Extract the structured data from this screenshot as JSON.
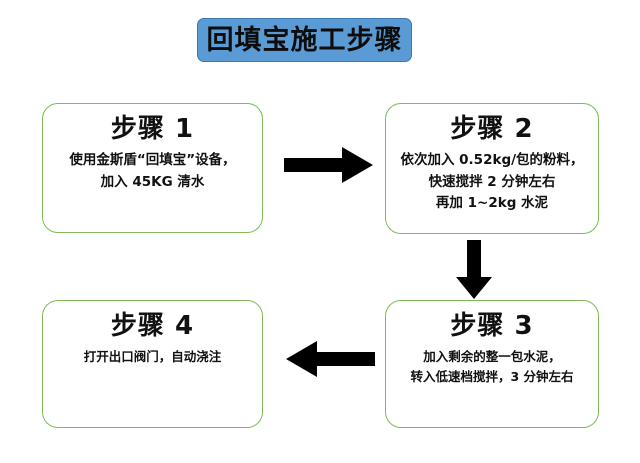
{
  "title": {
    "text": "回填宝施工步骤",
    "fill_color": "#5b9bd5",
    "border_color": "#3a78b5",
    "text_color": "#0d0d0d"
  },
  "theme": {
    "box_border_color": "#7fba56",
    "box_fill_color": "#ffffff",
    "arrow_color": "#000000",
    "text_color": "#111111",
    "background": "#ffffff"
  },
  "steps": [
    {
      "heading": "步骤 1",
      "lines": [
        "使用金斯盾“回填宝”设备，",
        "加入 45KG 清水"
      ]
    },
    {
      "heading": "步骤 2",
      "lines": [
        "依次加入 0.52kg/包的粉料，",
        "快速搅拌 2 分钟左右",
        "再加 1~2kg 水泥"
      ]
    },
    {
      "heading": "步骤 3",
      "lines": [
        "加入剩余的整一包水泥，",
        "转入低速档搅拌，3 分钟左右"
      ]
    },
    {
      "heading": "步骤 4",
      "lines": [
        "打开出口阀门，自动浇注"
      ]
    }
  ],
  "arrows": [
    {
      "name": "arrow-right-step1-step2",
      "direction": "right"
    },
    {
      "name": "arrow-down-step2-step3",
      "direction": "down"
    },
    {
      "name": "arrow-left-step3-step4",
      "direction": "left"
    }
  ]
}
